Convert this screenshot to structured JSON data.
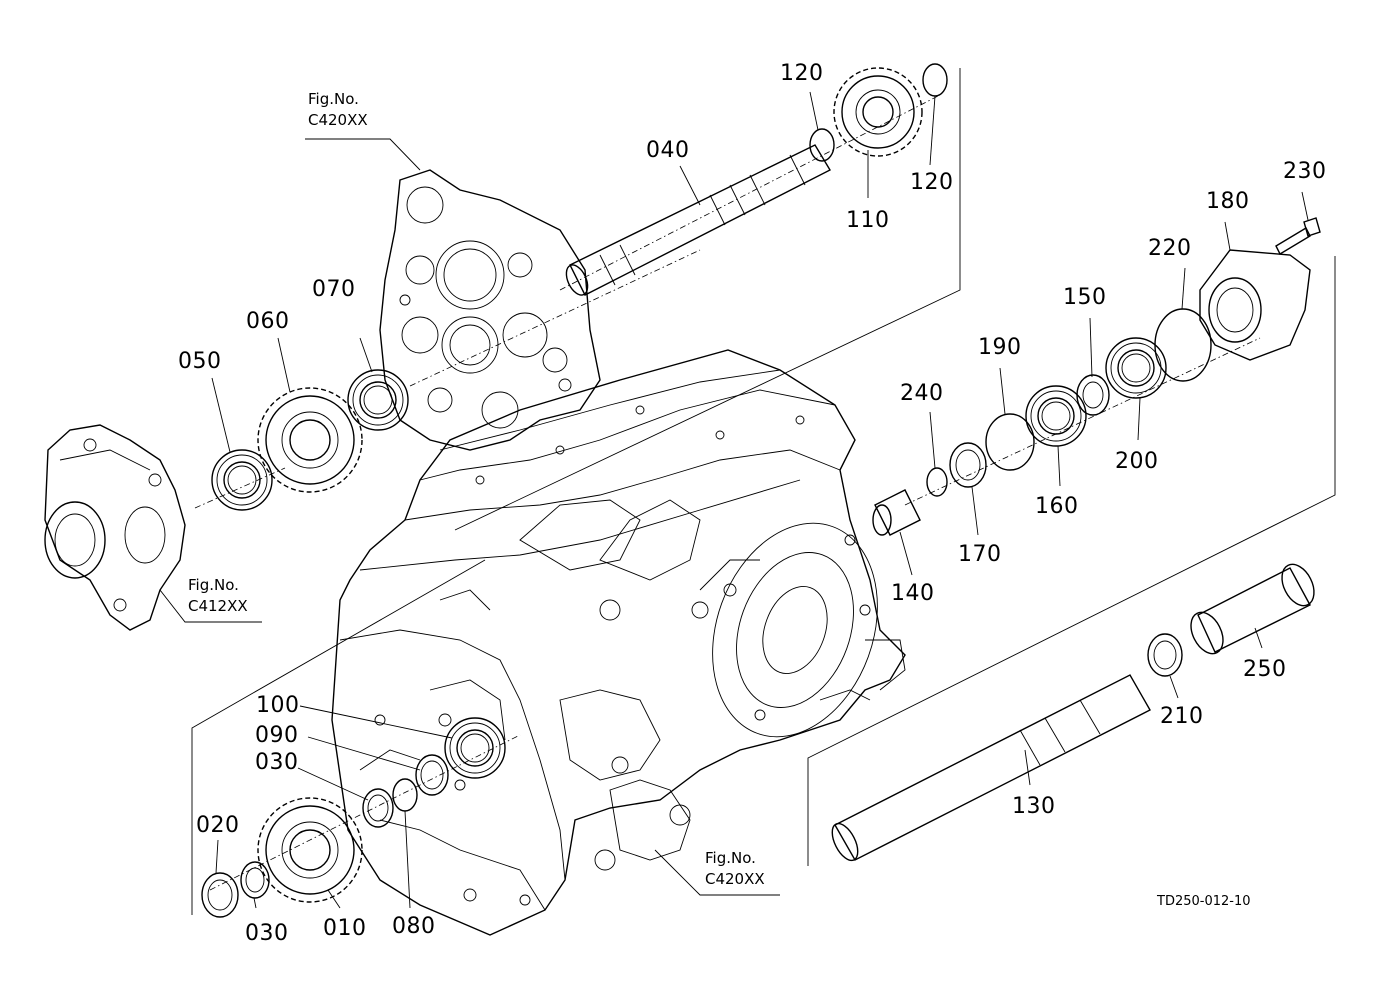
{
  "diagram": {
    "fig_refs": {
      "top": {
        "line1": "Fig.No.",
        "line2": "C420XX"
      },
      "left": {
        "line1": "Fig.No.",
        "line2": "C412XX"
      },
      "bottom": {
        "line1": "Fig.No.",
        "line2": "C420XX"
      }
    },
    "parts": {
      "p010": "010",
      "p020": "020",
      "p030a": "030",
      "p030b": "030",
      "p040": "040",
      "p050": "050",
      "p060": "060",
      "p070": "070",
      "p080": "080",
      "p090": "090",
      "p100": "100",
      "p110": "110",
      "p120a": "120",
      "p120b": "120",
      "p130": "130",
      "p140": "140",
      "p150": "150",
      "p160": "160",
      "p170": "170",
      "p180": "180",
      "p190": "190",
      "p200": "200",
      "p210": "210",
      "p220": "220",
      "p230": "230",
      "p240": "240",
      "p250": "250"
    },
    "drawing_code": "TD250-012-10"
  }
}
